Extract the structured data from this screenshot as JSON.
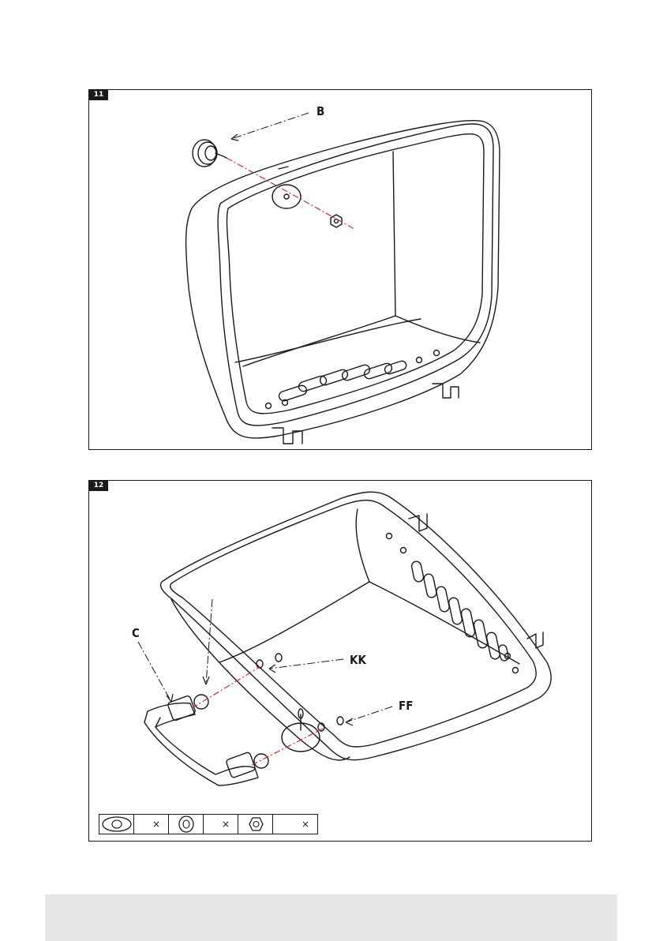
{
  "steps": [
    {
      "number": "11",
      "callouts": {
        "b": "B"
      }
    },
    {
      "number": "12",
      "callouts": {
        "c": "C",
        "kk": "KK",
        "ff": "FF"
      },
      "legend": [
        {
          "icon": "oval-washer-icon",
          "qty_label": "×"
        },
        {
          "icon": "round-washer-icon",
          "qty_label": "×"
        },
        {
          "icon": "hex-nut-icon",
          "qty_label": "×"
        }
      ]
    }
  ],
  "colors": {
    "line": "#1a1a1a",
    "accent": "#e0262b",
    "footer": "#e6e6e6"
  }
}
